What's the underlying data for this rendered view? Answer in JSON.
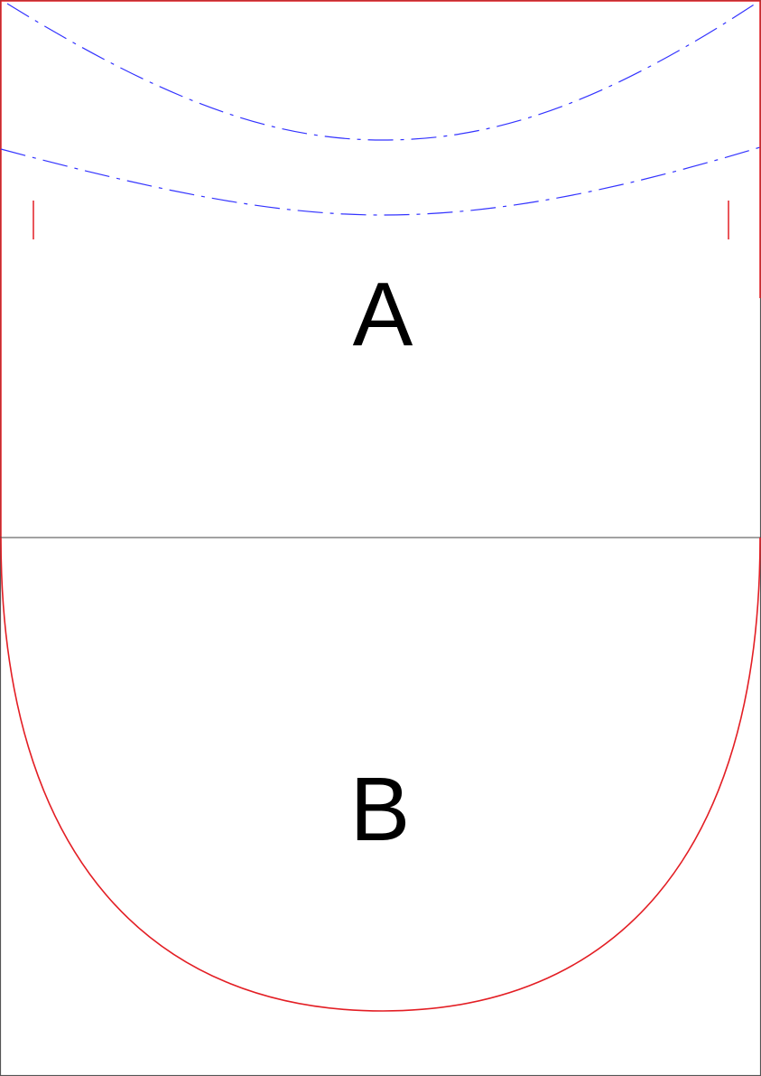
{
  "pattern": {
    "pieces": [
      {
        "id": "piece-a",
        "label": "A"
      },
      {
        "id": "piece-b",
        "label": "B"
      }
    ],
    "colors": {
      "cut_line": "#e31e24",
      "fold_line": "#3333ff",
      "sheet_border": "#555555",
      "divider": "#444444",
      "label": "#000000"
    }
  }
}
